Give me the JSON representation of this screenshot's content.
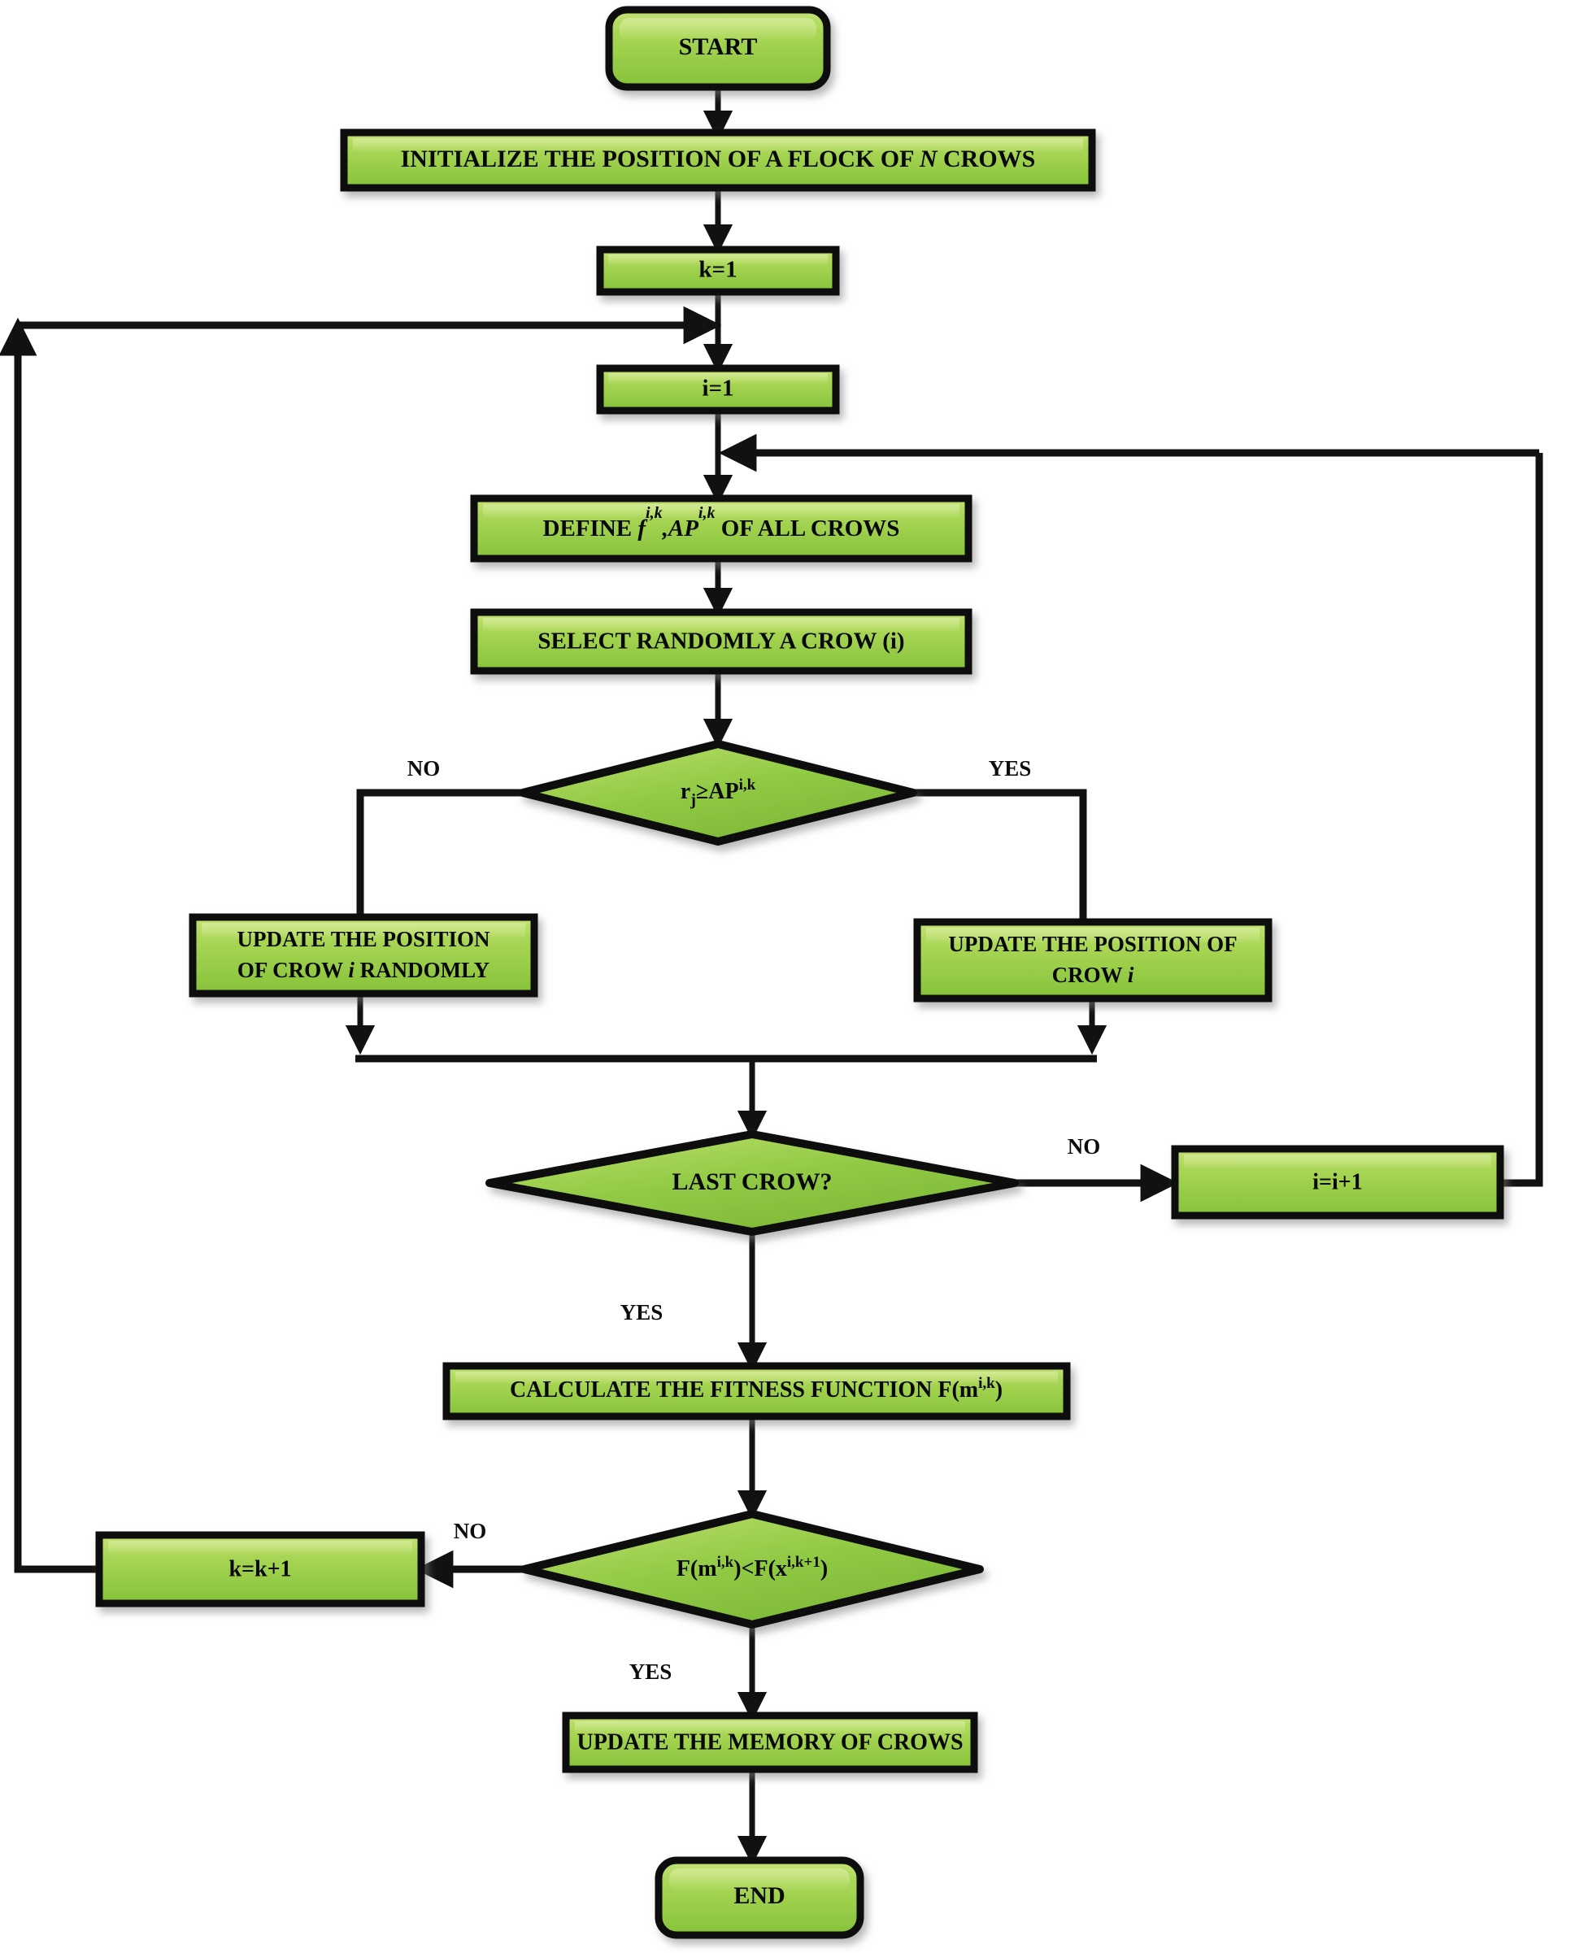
{
  "diagram": {
    "title": "Crow Search Algorithm Flowchart",
    "background_color": "#ffffff",
    "node_fill_light": "#b7dd62",
    "node_fill_mid": "#8cc63e",
    "node_fill_dark": "#79b533",
    "node_border_color": "#111111",
    "connector_color": "#111111",
    "text_color": "#080808"
  },
  "nodes": {
    "start": {
      "label": "START",
      "shape": "terminator"
    },
    "initialize": {
      "label": "INITIALIZE  THE  POSITION  OF A FLOCK OF ",
      "label_italic": "N",
      "label_tail": " CROWS",
      "shape": "process"
    },
    "k_init": {
      "label": "k=1",
      "shape": "process"
    },
    "i_init": {
      "label": "i=1",
      "shape": "process"
    },
    "define": {
      "label_head": "DEFINE  ",
      "var1": "f",
      "sup1": "i,k",
      "sep": ",",
      "var2": "AP",
      "sup2": "i,k",
      "label_tail": " OF ALL CROWS",
      "shape": "process"
    },
    "select": {
      "label": "SELECT  RANDOMLY  A CROW (i)",
      "shape": "process"
    },
    "decision_ap": {
      "label_head": "r",
      "sub1": "j",
      "op": "≥",
      "var2": "AP",
      "sup2": "i,k",
      "shape": "decision"
    },
    "update_random": {
      "line1": "UPDATE  THE  POSITION",
      "line2_head": "OF CROW  ",
      "line2_italic": "i",
      "line2_tail": " RANDOMLY",
      "shape": "process"
    },
    "update_crow": {
      "line1": "UPDATE  THE  POSITION  OF",
      "line2_head": "CROW ",
      "line2_italic": "i",
      "shape": "process"
    },
    "last_crow": {
      "label": "LAST CROW?",
      "shape": "decision"
    },
    "i_increment": {
      "label": "i=i+1",
      "shape": "process"
    },
    "calculate": {
      "label_head": "CALCULATE  THE  FITNESS  FUNCTION  F(m",
      "sup": "i,k",
      "label_tail": ")",
      "shape": "process"
    },
    "fitness_compare": {
      "p1": "F(m",
      "sup1": "i,k",
      "p2": ")<F(x",
      "sup2": "i,k+1",
      "p3": ")",
      "shape": "decision"
    },
    "k_increment": {
      "label": "k=k+1",
      "shape": "process"
    },
    "update_memory": {
      "label": "UPDATE THE MEMORY OF CROWS",
      "shape": "process"
    },
    "end": {
      "label": "END",
      "shape": "terminator"
    }
  },
  "branch_labels": {
    "ap_no": "NO",
    "ap_yes": "YES",
    "last_crow_no": "NO",
    "last_crow_yes": "YES",
    "fitness_no": "NO",
    "fitness_yes": "YES"
  }
}
